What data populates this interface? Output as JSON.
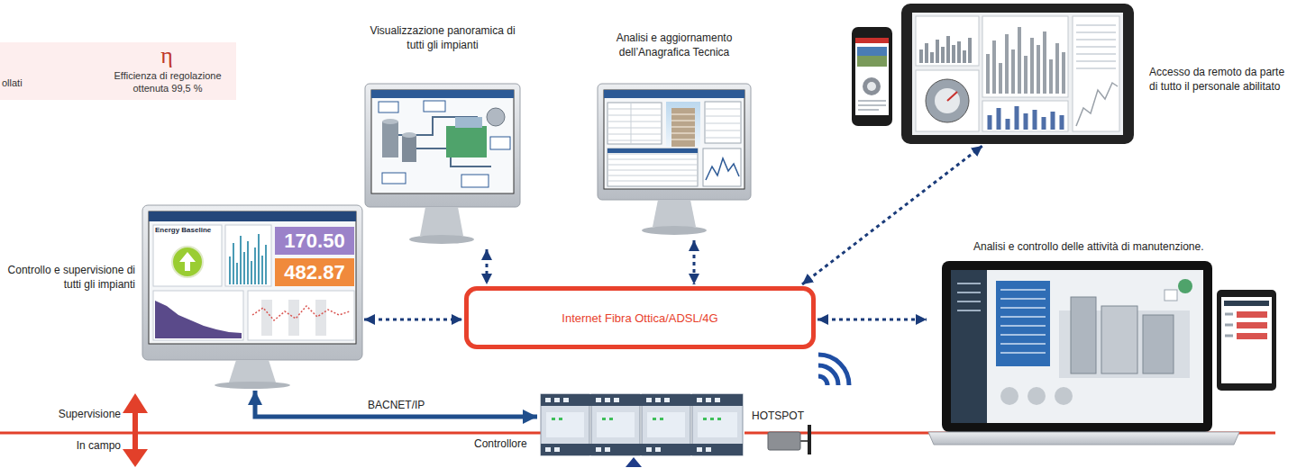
{
  "diagram": {
    "nodes": [
      {
        "text": [
          "η",
          "ollati",
          "Efficienza di regolazione ottenuta 99,5 %"
        ]
      },
      {
        "text": [
          "Visualizzazione panoramica di tutti gli impianti"
        ]
      },
      {
        "text": [
          "Analisi e aggiornamento dell’Anagrafica Tecnica"
        ]
      },
      {
        "text": [
          "Accesso da remoto da parte di tutto il personale abilitato"
        ]
      },
      {
        "text": [
          "Controllo e supervisione di tutti gli impianti"
        ]
      },
      {
        "text": [
          "Internet Fibra Ottica/ADSL/4G"
        ]
      },
      {
        "text": [
          "Analisi e controllo delle attività di manutenzione."
        ]
      },
      {
        "text": [
          "Controllore"
        ]
      }
    ],
    "edges": [
      {
        "from": 4,
        "to": 5,
        "arrow": "both"
      },
      {
        "from": 1,
        "to": 5,
        "arrow": "both"
      },
      {
        "from": 2,
        "to": 5,
        "arrow": "both"
      },
      {
        "from": 5,
        "to": 3,
        "arrow": "both"
      },
      {
        "from": 5,
        "to": 6,
        "arrow": "both"
      },
      {
        "from": 7,
        "to": 4,
        "label": "BACNET/IP",
        "arrow": "both"
      }
    ],
    "labels": [
      "Energy Baseline",
      "170.50",
      "482.87",
      "HOTSPOT",
      "Supervisione",
      "In campo"
    ]
  }
}
